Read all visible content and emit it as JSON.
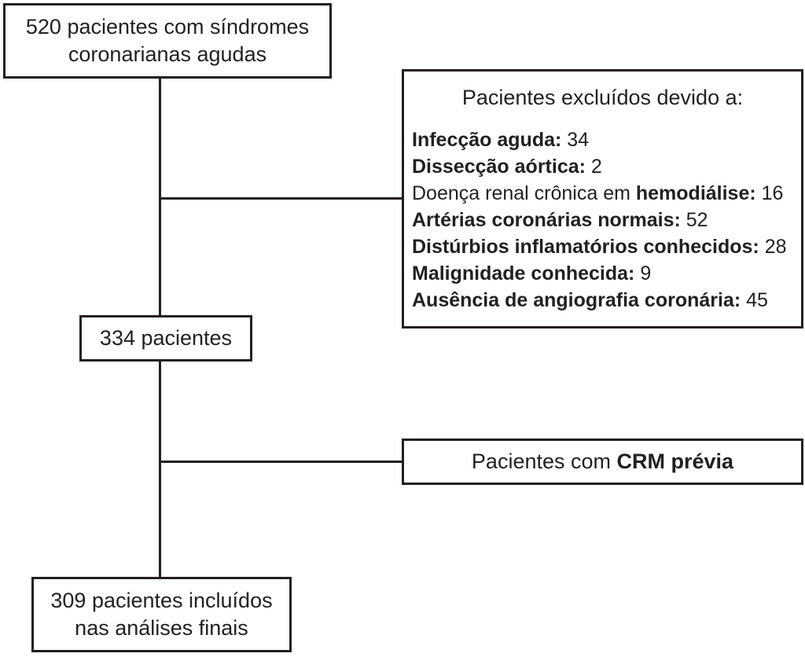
{
  "boxes": {
    "start": {
      "line1": "520 pacientes com síndromes",
      "line2": "coronarianas agudas"
    },
    "after_exclusion": {
      "label": "334 pacientes"
    },
    "final": {
      "line1": "309 pacientes incluídos",
      "line2": "nas análises finais"
    }
  },
  "exclusions": {
    "title": "Pacientes excluídos devido a:",
    "items": [
      {
        "prefix": "",
        "bold": "Infecção aguda:",
        "count": "34"
      },
      {
        "prefix": "",
        "bold": "Dissecção aórtica:",
        "count": "2"
      },
      {
        "prefix": "Doença renal crônica em ",
        "bold": "hemodiálise:",
        "count": "16"
      },
      {
        "prefix": "",
        "bold": "Artérias coronárias normais:",
        "count": "52"
      },
      {
        "prefix": "",
        "bold": "Distúrbios inflamatórios conhecidos:",
        "count": "28"
      },
      {
        "prefix": "",
        "bold": "Malignidade conhecida:",
        "count": "9"
      },
      {
        "prefix": "",
        "bold": "Ausência de angiografia coronária:",
        "count": "45"
      }
    ]
  },
  "crm": {
    "prefix": "Pacientes com ",
    "bold": "CRM prévia"
  }
}
